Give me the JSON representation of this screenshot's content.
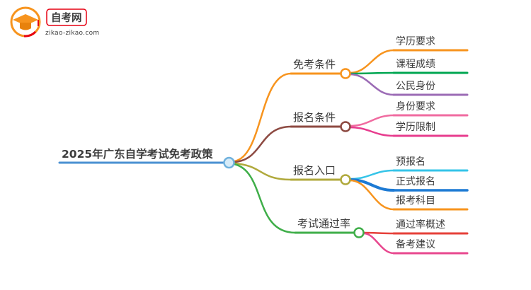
{
  "page": {
    "background": "#ffffff"
  },
  "logo": {
    "title": "自考网",
    "subtitle": "zikao-zikao.com",
    "brand_color": "#e60012",
    "icon": "graduation-cap-icon",
    "icon_color": "#f7941e",
    "icon_accent": "#e8820c"
  },
  "mindmap": {
    "root": {
      "label": "2025年广东自学考试免考政策",
      "color": "#4a90d2",
      "node_fill": "#d6ebf8",
      "node_stroke": "#6fb1dd"
    },
    "branches": [
      {
        "label": "免考条件",
        "color": "#f7941e",
        "node_fill": "#ffffff",
        "children": [
          {
            "label": "学历要求",
            "color": "#f7941e"
          },
          {
            "label": "课程成绩",
            "color": "#00a651"
          },
          {
            "label": "公民身份",
            "color": "#9b6bb5"
          }
        ]
      },
      {
        "label": "报名条件",
        "color": "#8d4a42",
        "node_fill": "#ffffff",
        "children": [
          {
            "label": "身份要求",
            "color": "#f06ba0"
          },
          {
            "label": "学历限制",
            "color": "#e73c8e"
          }
        ]
      },
      {
        "label": "报名入口",
        "color": "#b0a93c",
        "node_fill": "#ffffff",
        "children": [
          {
            "label": "预报名",
            "color": "#35c4e8"
          },
          {
            "label": "正式报名",
            "color": "#1d7ad4"
          },
          {
            "label": "报考科目",
            "color": "#f7941e"
          }
        ]
      },
      {
        "label": "考试通过率",
        "color": "#3fae49",
        "node_fill": "#ffffff",
        "children": [
          {
            "label": "通过率概述",
            "color": "#e6403a"
          },
          {
            "label": "备考建议",
            "color": "#e8488f"
          }
        ]
      }
    ]
  }
}
